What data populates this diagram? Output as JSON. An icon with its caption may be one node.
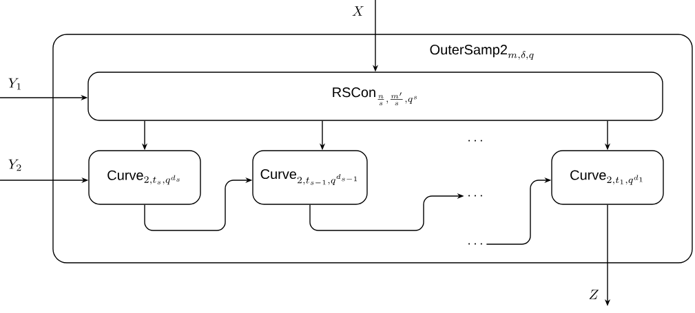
{
  "diagram": {
    "nodes": [
      {
        "text": [
          "\\textsf{OuterSamp2}_{m,\\delta,q}"
        ]
      },
      {
        "text": [
          "\\textsf{RSCon}_{\\frac{n}{s},\\frac{m'}{s},q^s}"
        ],
        "in": 0
      },
      {
        "text": [
          "\\textsf{Curve}_{2,t_s,q^{d_s}}"
        ],
        "in": 0
      },
      {
        "text": [
          "\\textsf{Curve}_{2,t_{s-1},q^{d_{s-1}}}"
        ],
        "in": 0
      },
      {
        "text": [
          "\\cdots"
        ],
        "in": 0
      },
      {
        "text": [
          "\\cdots"
        ],
        "in": 0
      },
      {
        "text": [
          "\\textsf{Curve}_{2,t_1,q^{d_1}}"
        ],
        "in": 0
      }
    ],
    "edges": [
      {
        "from": null,
        "to": 1,
        "arrow": "to",
        "label": "X"
      },
      {
        "from": null,
        "to": 1,
        "arrow": "to",
        "label": "Y_1"
      },
      {
        "from": null,
        "to": 2,
        "arrow": "to",
        "label": "Y_2"
      },
      {
        "from": 1,
        "to": 2,
        "arrow": "to"
      },
      {
        "from": 1,
        "to": 3,
        "arrow": "to"
      },
      {
        "from": 1,
        "to": 6,
        "arrow": "to"
      },
      {
        "from": 2,
        "to": 3,
        "arrow": "to"
      },
      {
        "from": 3,
        "to": 4,
        "arrow": "to"
      },
      {
        "from": 5,
        "to": 6,
        "arrow": "to"
      },
      {
        "from": 6,
        "to": null,
        "arrow": "to",
        "label": "Z"
      }
    ],
    "labels": [
      "\\cdots"
    ]
  }
}
